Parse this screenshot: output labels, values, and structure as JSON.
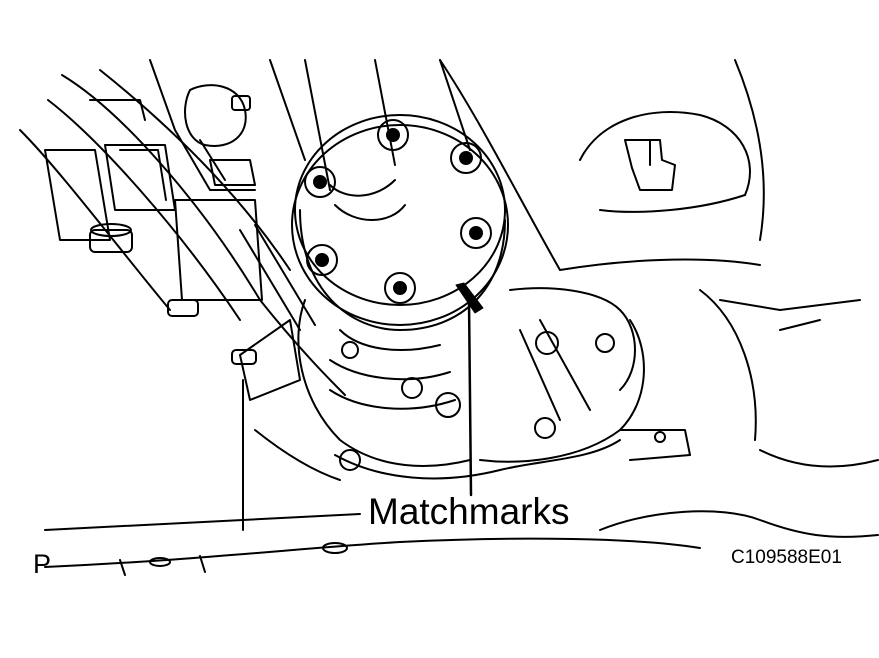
{
  "diagram": {
    "callout_label": "Matchmarks",
    "view_code": "P",
    "figure_id": "C109588E01",
    "colors": {
      "line": "#000000",
      "background": "#ffffff"
    },
    "components": [
      "drive-shaft",
      "flange",
      "bolts",
      "pump-housing",
      "bracket-rails",
      "matchmark"
    ]
  }
}
